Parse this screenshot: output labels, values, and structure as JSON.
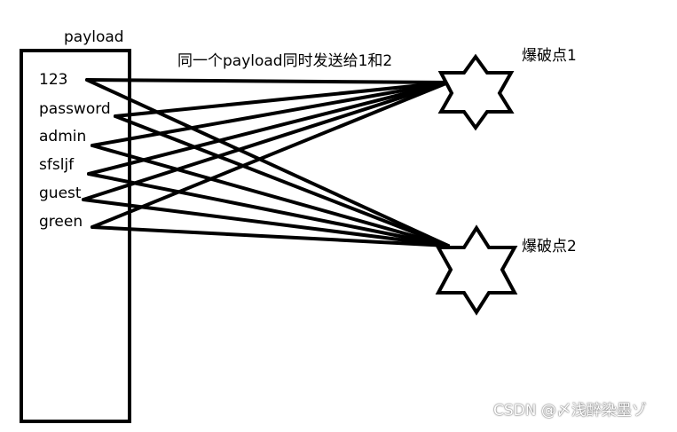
{
  "box": {
    "title": "payload",
    "items": [
      "123",
      "password",
      "admin",
      "sfsljf",
      "guest",
      "green"
    ]
  },
  "caption": "同一个payload同时发送给1和2",
  "targets": [
    {
      "label": "爆破点1"
    },
    {
      "label": "爆破点2"
    }
  ],
  "watermark": "CSDN @〆浅醉染墨ゾ",
  "colors": {
    "stroke": "#000000",
    "background": "#ffffff"
  }
}
